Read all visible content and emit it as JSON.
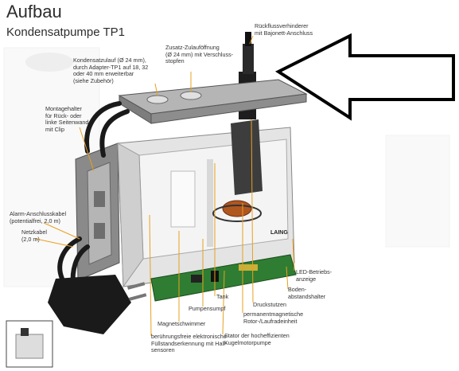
{
  "header": {
    "title": "Aufbau",
    "subtitle": "Kondensatpumpe TP1"
  },
  "brand": "LAING",
  "labels": {
    "rueckfluss": "Rückflussverhinderer\nmit Bajonett-Anschluss",
    "zusatz": "Zusatz-Zulauföffnung\n(Ø 24 mm) mit Verschluss-\nstopfen",
    "kondensatzulauf": "Kondensatzulauf (Ø 24 mm),\ndurch Adapter-TP1 auf 18, 32\noder 40 mm erweiterbar\n(siehe Zubehör)",
    "montagehalter": "Montagehalter\nfür Rück- oder\nlinke Seitenwand\nmit Clip",
    "alarm": "Alarm-Anschlusskabel\n(potentialfrei, 2,0 m)",
    "netzkabel": "Netzkabel\n(2,0 m)",
    "led": "LED-Betriebs-\nanzeige",
    "boden": "Boden-\nabstandshalter",
    "druckstutzen": "Druckstutzen",
    "tank": "Tank",
    "pumpensumpf": "Pumpensumpf",
    "rotor": "permanentmagnetische\nRotor-/Laufradeinheit",
    "magnetschwimmer": "Magnetschwimmer",
    "stator": "Stator der hocheffizienten\nKugelmotorpumpe",
    "fuellstand": "berührungsfreie elektronische\nFüllstandserkennung mit Hall-\nsensoren"
  },
  "colors": {
    "leader": "#e8a020",
    "arrow_outline": "#000000",
    "lid": "#9a9a9a",
    "housing": "#e6e6e6",
    "pcb": "#2f7d32",
    "plug": "#1a1a1a"
  }
}
